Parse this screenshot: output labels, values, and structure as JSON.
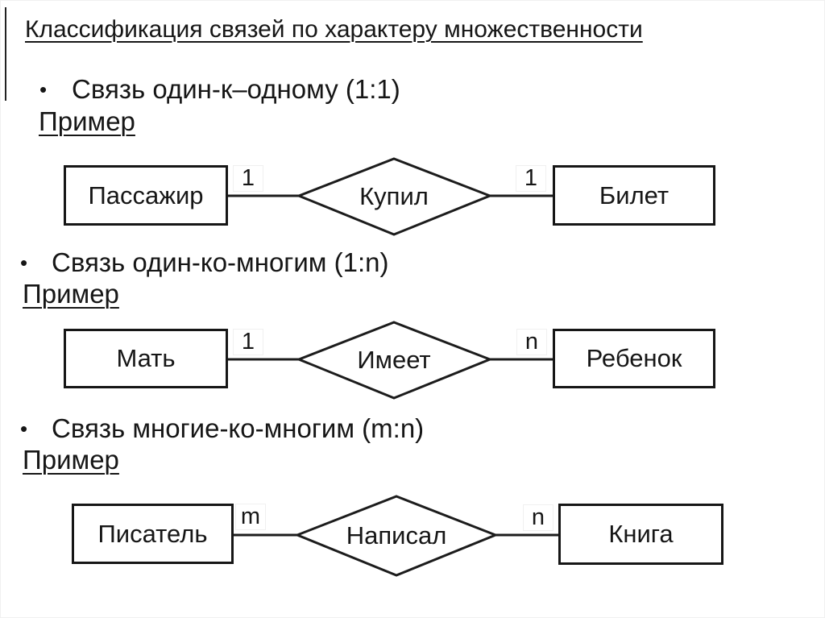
{
  "slide": {
    "title": "Классификация связей по характеру множественности",
    "bullet_glyph": "•"
  },
  "sections": [
    {
      "heading": "Связь один-к–одному (1:1)",
      "example_label": "Пример",
      "diagram": {
        "left_entity": "Пассажир",
        "left_cardinality": "1",
        "relation": "Купил",
        "right_cardinality": "1",
        "right_entity": "Билет"
      }
    },
    {
      "heading": "Связь один-ко-многим (1:n)",
      "example_label": "Пример",
      "diagram": {
        "left_entity": "Мать",
        "left_cardinality": "1",
        "relation": "Имеет",
        "right_cardinality": "n",
        "right_entity": "Ребенок"
      }
    },
    {
      "heading": "Связь многие-ко-многим (m:n)",
      "example_label": "Пример",
      "diagram": {
        "left_entity": "Писатель",
        "left_cardinality": "m",
        "relation": "Написал",
        "right_cardinality": "n",
        "right_entity": "Книга"
      }
    }
  ],
  "colors": {
    "ink": "#161616",
    "background": "#ffffff"
  }
}
